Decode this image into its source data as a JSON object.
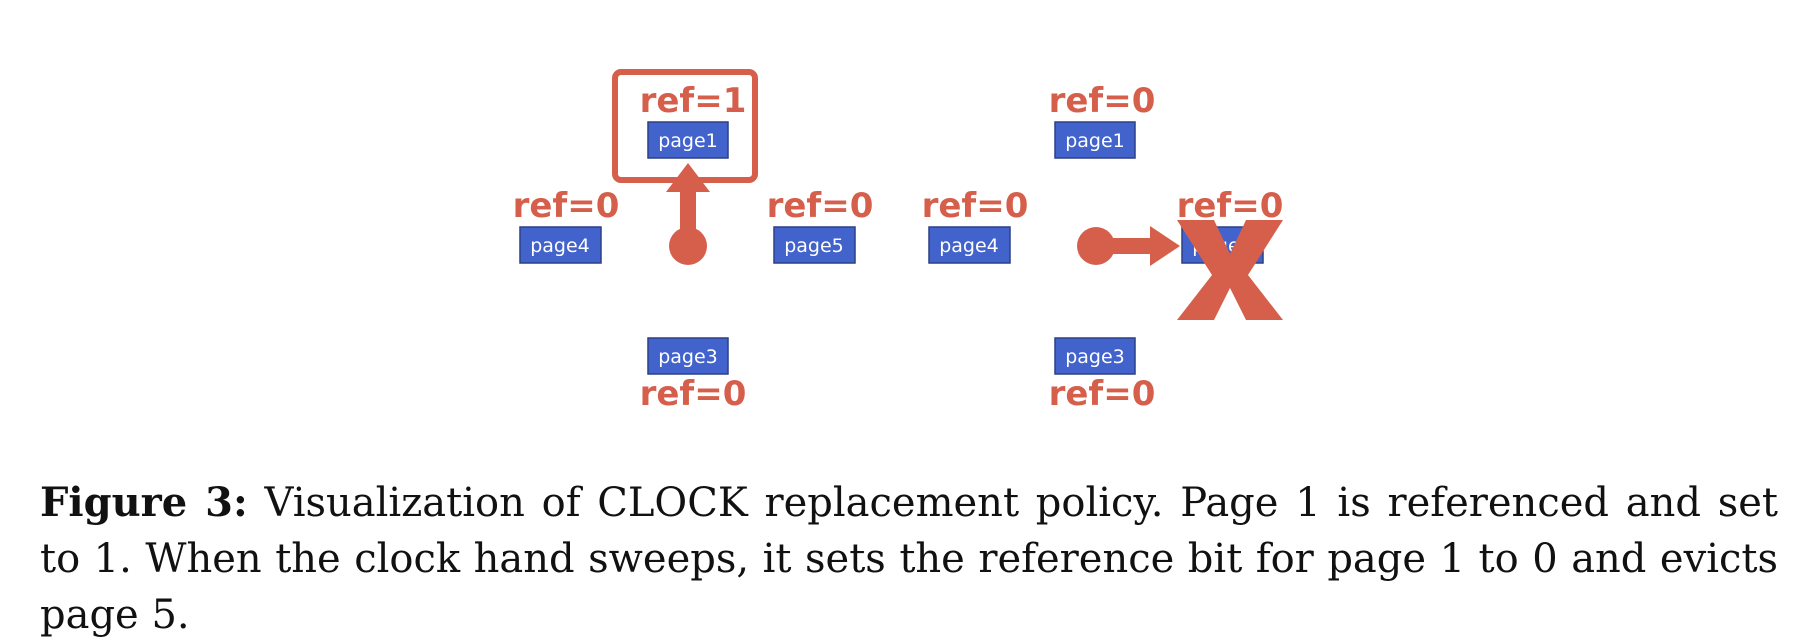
{
  "colors": {
    "accent": "#d65f4c",
    "page_fill": "#4262cc",
    "page_text": "#ffffff"
  },
  "left_clock": {
    "top": {
      "ref": "ref=1",
      "page": "page1"
    },
    "left": {
      "ref": "ref=0",
      "page": "page4"
    },
    "right": {
      "ref": "ref=0",
      "page": "page5"
    },
    "bottom": {
      "ref": "ref=0",
      "page": "page3"
    },
    "hand": "up",
    "highlighted": "page1"
  },
  "right_clock": {
    "top": {
      "ref": "ref=0",
      "page": "page1"
    },
    "left": {
      "ref": "ref=0",
      "page": "page4"
    },
    "right": {
      "ref": "ref=0",
      "page": "page5",
      "evicted": true
    },
    "bottom": {
      "ref": "ref=0",
      "page": "page3"
    },
    "hand": "right",
    "evict_mark": "X"
  },
  "caption": {
    "label": "Figure 3:",
    "text": "Visualization of CLOCK replacement policy.  Page 1 is referenced and set to 1. When the clock hand sweeps, it sets the reference bit for page 1 to 0 and evicts page 5."
  }
}
